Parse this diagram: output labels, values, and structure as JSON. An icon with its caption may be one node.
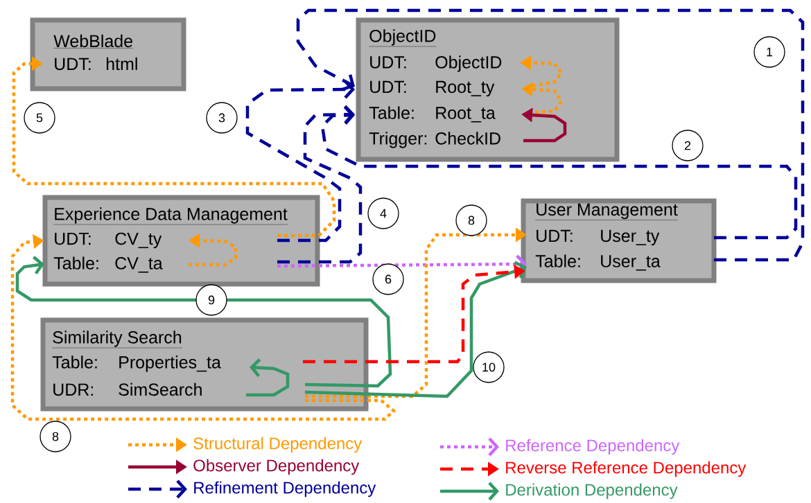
{
  "diagram": {
    "nodes": [
      {
        "text": [
          "WebBlade",
          "UDT:",
          "html"
        ]
      },
      {
        "text": [
          "ObjectID",
          "UDT:",
          "ObjectID",
          "UDT:",
          "Root_ty",
          "Table:",
          "Root_ta",
          "Trigger:",
          "CheckID"
        ]
      },
      {
        "text": [
          "Experience Data Management",
          "UDT:",
          "CV_ty",
          "Table:",
          "CV_ta"
        ]
      },
      {
        "text": [
          "User Management",
          "UDT:",
          "User_ty",
          "Table:",
          "User_ta"
        ]
      },
      {
        "text": [
          "Similarity Search",
          "Table:",
          "Properties_ta",
          "UDR:",
          "SimSearch"
        ]
      }
    ],
    "edges": [
      {
        "from": 3,
        "to": 1,
        "arrow": "to",
        "label": "1",
        "style": "dashed",
        "color": "#000099"
      },
      {
        "from": 3,
        "to": 1,
        "arrow": "to",
        "label": "2",
        "style": "dashed",
        "color": "#000099"
      },
      {
        "from": 2,
        "to": 1,
        "arrow": "to",
        "label": "3",
        "style": "dashed",
        "color": "#000099"
      },
      {
        "from": 2,
        "to": 1,
        "arrow": "to",
        "label": "4",
        "style": "dashed",
        "color": "#000099"
      },
      {
        "from": 1,
        "to": 1,
        "arrow": "to",
        "style": "dashed"
      },
      {
        "from": 1,
        "to": 1,
        "arrow": "to",
        "style": "dashed"
      },
      {
        "from": 1,
        "to": 1,
        "arrow": "to",
        "color": "#990033"
      },
      {
        "from": 2,
        "to": 2,
        "arrow": "to",
        "style": "dashed"
      },
      {
        "from": 2,
        "to": 0,
        "arrow": "to",
        "label": "5",
        "style": "dashed"
      },
      {
        "from": 2,
        "to": 3,
        "arrow": "to",
        "label": "6",
        "style": "dashed",
        "color": "#cc66ff"
      },
      {
        "from": 4,
        "to": 3,
        "arrow": "to",
        "label": "8",
        "style": "dashed"
      },
      {
        "from": 4,
        "to": 2,
        "arrow": "to",
        "label": "8",
        "style": "dashed"
      },
      {
        "from": 4,
        "to": 2,
        "arrow": "to",
        "label": "9",
        "color": "#339966"
      },
      {
        "from": 4,
        "to": 3,
        "arrow": "to",
        "label": "10",
        "color": "#339966"
      },
      {
        "from": 4,
        "to": 4,
        "arrow": "to",
        "color": "#339966"
      },
      {
        "from": 4,
        "to": 3,
        "arrow": "to",
        "style": "dashed",
        "color": "#ff0000"
      }
    ],
    "legend": [
      {
        "text": "Structural Dependency"
      },
      {
        "text": "Observer Dependency"
      },
      {
        "text": "Refinement Dependency"
      },
      {
        "text": "Reference Dependency"
      },
      {
        "text": "Reverse Reference Dependency"
      },
      {
        "text": "Derivation Dependency"
      }
    ]
  }
}
